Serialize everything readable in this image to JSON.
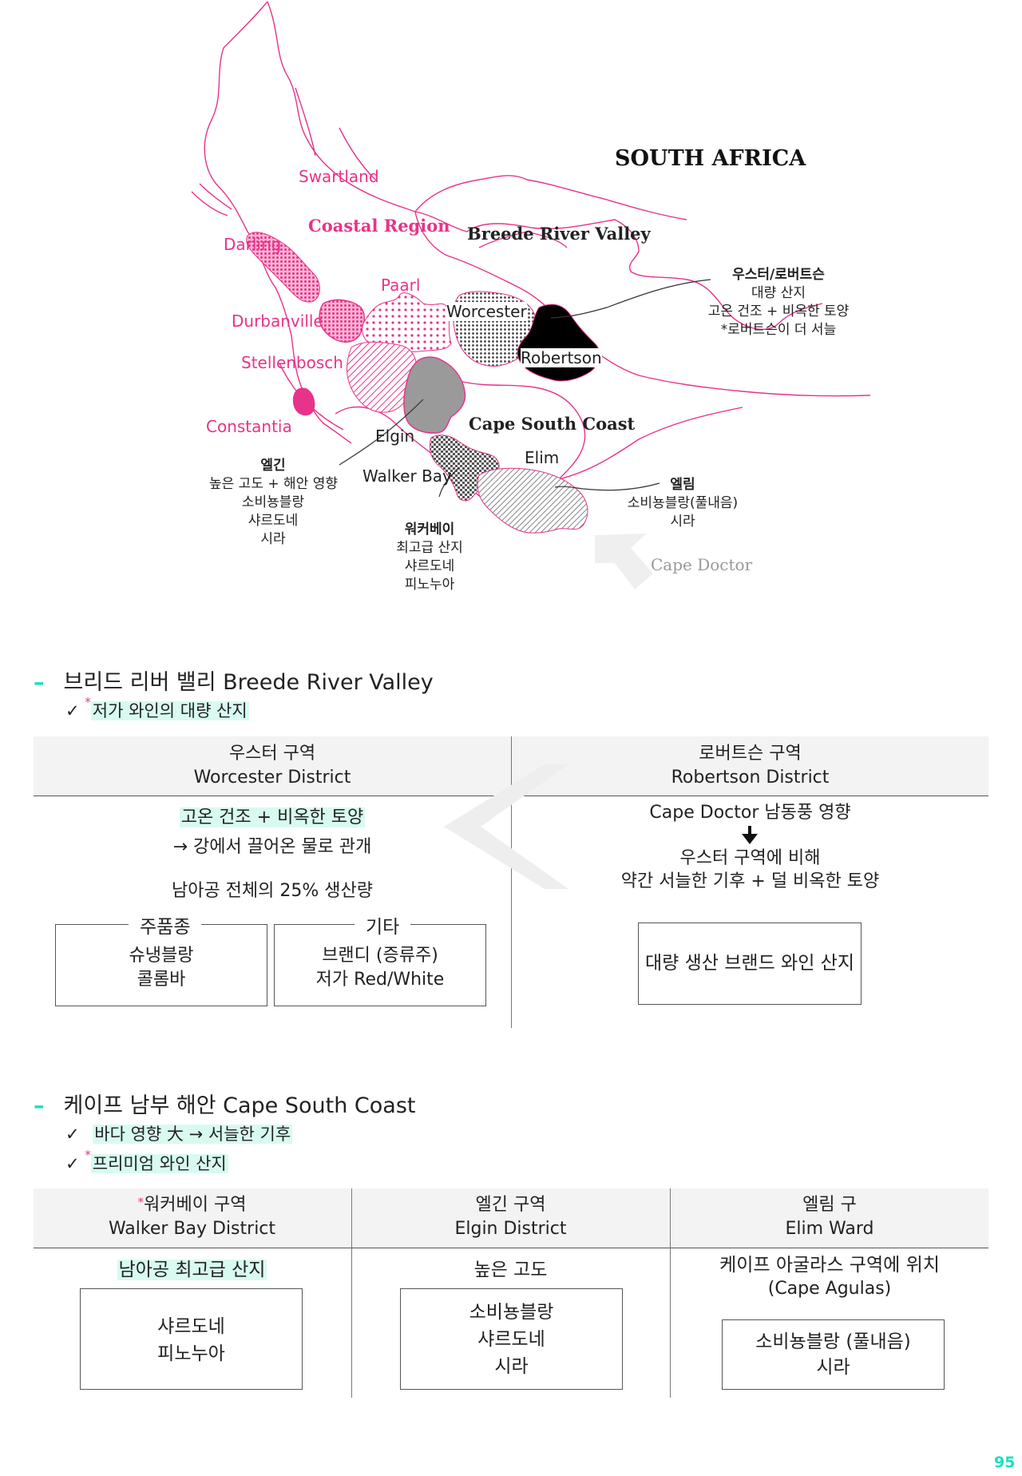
{
  "map": {
    "title": "SOUTH AFRICA",
    "regions": {
      "swartland": "Swartland",
      "coastal_region": "Coastal Region",
      "darling": "Darling",
      "paarl": "Paarl",
      "durbanville": "Durbanville",
      "stellenbosch": "Stellenbosch",
      "constantia": "Constantia",
      "breede_river_valley": "Breede River Valley",
      "worcester": "Worcester",
      "robertson": "Robertson",
      "cape_south_coast": "Cape South Coast",
      "elgin": "Elgin",
      "walker_bay": "Walker Bay",
      "elim": "Elim",
      "cape_doctor": "Cape Doctor"
    },
    "notes": {
      "worcester_robertson": [
        "우스터/로버트슨",
        "대량 산지",
        "고온 건조 + 비옥한 토양",
        "*로버트슨이 더 서늘"
      ],
      "elgin": [
        "엘긴",
        "높은 고도 + 해안 영향",
        "소비뇽블랑",
        "샤르도네",
        "시라"
      ],
      "walker_bay": [
        "워커베이",
        "최고급 산지",
        "샤르도네",
        "피노누아"
      ],
      "elim": [
        "엘림",
        "소비뇽블랑(풀내음)",
        "시라"
      ]
    }
  },
  "breede": {
    "title": "브리드 리버 밸리 Breede River Valley",
    "check_mark": "✓",
    "check_star": "*",
    "check_text": "저가 와인의 대량 산지",
    "worcester": {
      "head_ko": "우스터 구역",
      "head_en": "Worcester District",
      "line1": "고온 건조 + 비옥한 토양",
      "line2": "→ 강에서 끌어온 물로 관개",
      "line3": "남아공 전체의 25% 생산량",
      "main_label": "주품종",
      "main_items": [
        "슈냉블랑",
        "콜롬바"
      ],
      "other_label": "기타",
      "other_items": [
        "브랜디 (증류주)",
        "저가 Red/White"
      ]
    },
    "robertson": {
      "head_ko": "로버트슨 구역",
      "head_en": "Robertson District",
      "line1": "Cape Doctor 남동풍 영향",
      "line2": "우스터 구역에 비해",
      "line3": "약간 서늘한 기후 + 덜 비옥한 토양",
      "box": "대량 생산 브랜드 와인 산지"
    }
  },
  "cape_south": {
    "title": "케이프 남부 해안 Cape South Coast",
    "check1": "바다 영향 大 → 서늘한 기후",
    "check2_star": "*",
    "check2": "프리미엄 와인 산지",
    "walker": {
      "head_star": "*",
      "head_ko": "워커베이 구역",
      "head_en": "Walker Bay District",
      "line": "남아공 최고급 산지",
      "items": [
        "샤르도네",
        "피노누아"
      ]
    },
    "elgin": {
      "head_ko": "엘긴 구역",
      "head_en": "Elgin District",
      "line": "높은 고도",
      "items": [
        "소비뇽블랑",
        "샤르도네",
        "시라"
      ]
    },
    "elim": {
      "head_ko": "엘림 구",
      "head_en": "Elim Ward",
      "line1": "케이프 아굴라스 구역에 위치",
      "line2": "(Cape Agulas)",
      "items": [
        "소비뇽블랑 (풀내음)",
        "시라"
      ]
    }
  },
  "page_number": "95",
  "colors": {
    "accent_pink": "#e8338a",
    "accent_teal": "#19e0c3",
    "highlight": "#d8faf0"
  }
}
